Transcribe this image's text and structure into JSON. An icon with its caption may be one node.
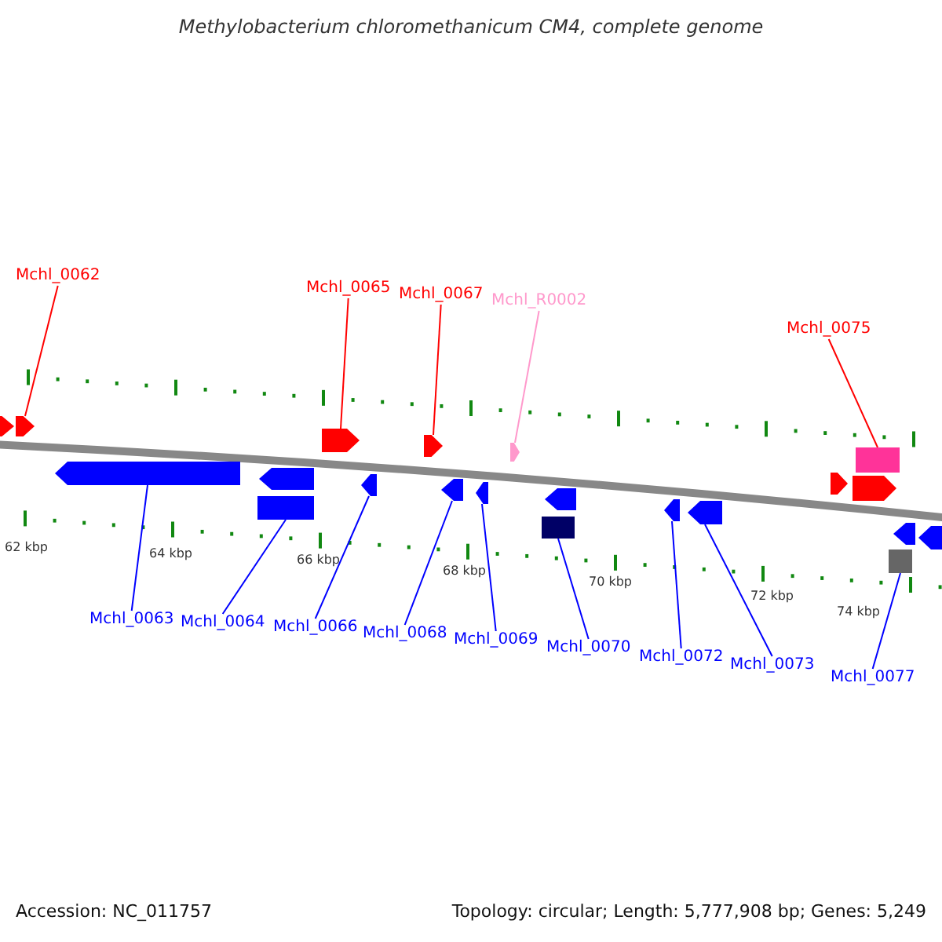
{
  "diagram": {
    "title": "Methylobacterium chloromethanicum CM4, complete genome",
    "nodes": [
      {
        "text": [
          "Mchl_0062"
        ]
      },
      {
        "text": [
          "Mchl_0065"
        ]
      },
      {
        "text": [
          "Mchl_0067"
        ]
      },
      {
        "text": [
          "Mchl_R0002"
        ]
      },
      {
        "text": [
          "Mchl_0075"
        ]
      },
      {
        "text": [
          "Mchl_0063"
        ]
      },
      {
        "text": [
          "Mchl_0064"
        ]
      },
      {
        "text": [
          "Mchl_0066"
        ]
      },
      {
        "text": [
          "Mchl_0068"
        ]
      },
      {
        "text": [
          "Mchl_0069"
        ]
      },
      {
        "text": [
          "Mchl_0070"
        ]
      },
      {
        "text": [
          "Mchl_0072"
        ]
      },
      {
        "text": [
          "Mchl_0073"
        ]
      },
      {
        "text": [
          "Mchl_0077"
        ]
      },
      {
        "text": [],
        "shape": "arrow"
      },
      {
        "text": [],
        "shape": "arrow"
      },
      {
        "text": [],
        "shape": "arrow"
      },
      {
        "text": [],
        "shape": "arrow"
      },
      {
        "text": [],
        "shape": "arrow"
      },
      {
        "text": [],
        "shape": "box"
      },
      {
        "text": [],
        "shape": "arrow"
      },
      {
        "text": [],
        "shape": "arrow"
      },
      {
        "text": [],
        "shape": "arrow"
      },
      {
        "text": [],
        "shape": "arrow"
      },
      {
        "text": [],
        "shape": "arrow"
      },
      {
        "text": [],
        "shape": "arrow"
      },
      {
        "text": [],
        "shape": "box"
      },
      {
        "text": [],
        "shape": "arrow"
      },
      {
        "text": [],
        "shape": "arrow"
      },
      {
        "text": [],
        "shape": "arrow"
      },
      {
        "text": [],
        "shape": "box"
      },
      {
        "text": [],
        "shape": "arrow"
      },
      {
        "text": [],
        "shape": "arrow"
      },
      {
        "text": [],
        "shape": "arrow"
      },
      {
        "text": [],
        "shape": "box"
      }
    ],
    "edges": [
      {
        "from": 0,
        "to": 15,
        "arrow": "none",
        "color": "#ff0000"
      },
      {
        "from": 1,
        "to": 16,
        "arrow": "none",
        "color": "#ff0000"
      },
      {
        "from": 2,
        "to": 20,
        "arrow": "none",
        "color": "#ff0000"
      },
      {
        "from": 3,
        "to": 24,
        "arrow": "none",
        "color": "#ff99cc"
      },
      {
        "from": 4,
        "to": 30,
        "arrow": "none",
        "color": "#ff0000"
      },
      {
        "from": 5,
        "to": 17,
        "arrow": "none"
      },
      {
        "from": 6,
        "to": 19,
        "arrow": "none"
      },
      {
        "from": 7,
        "to": 21,
        "arrow": "none"
      },
      {
        "from": 8,
        "to": 22,
        "arrow": "none"
      },
      {
        "from": 9,
        "to": 23,
        "arrow": "none"
      },
      {
        "from": 10,
        "to": 26,
        "arrow": "none"
      },
      {
        "from": 11,
        "to": 27,
        "arrow": "none"
      },
      {
        "from": 12,
        "to": 28,
        "arrow": "none"
      },
      {
        "from": 13,
        "to": 34,
        "arrow": "none"
      }
    ],
    "labels": [
      "62 kbp",
      "64 kbp",
      "66 kbp",
      "68 kbp",
      "70 kbp",
      "72 kbp",
      "74 kbp",
      "Accession: NC_011757",
      "Topology: circular; Length: 5,777,908 bp; Genes: 5,249"
    ]
  }
}
